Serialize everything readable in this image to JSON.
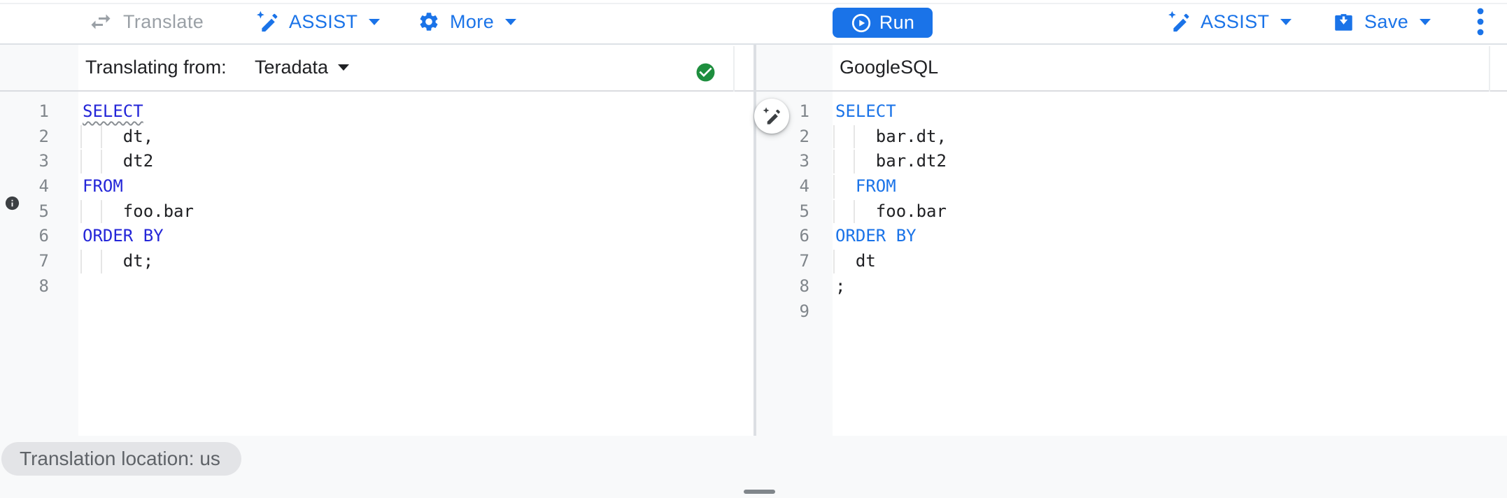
{
  "toolbar": {
    "translate_label": "Translate",
    "assist_left_label": "ASSIST",
    "more_label": "More",
    "run_label": "Run",
    "assist_right_label": "ASSIST",
    "save_label": "Save"
  },
  "left_panel": {
    "header_label": "Translating from:",
    "source_dialect": "Teradata",
    "status": "success",
    "code": {
      "lines": [
        {
          "num": "1",
          "guides": [],
          "segments": [
            {
              "text": "SELECT",
              "style": "keyword-squiggle"
            }
          ]
        },
        {
          "num": "2",
          "guides": [
            0,
            2
          ],
          "segments": [
            {
              "text": "    dt,",
              "style": "plain"
            }
          ]
        },
        {
          "num": "3",
          "guides": [
            0,
            2
          ],
          "segments": [
            {
              "text": "    dt2",
              "style": "plain"
            }
          ]
        },
        {
          "num": "4",
          "guides": [],
          "segments": [
            {
              "text": "FROM",
              "style": "keyword"
            }
          ]
        },
        {
          "num": "5",
          "guides": [
            0,
            2
          ],
          "segments": [
            {
              "text": "    foo.bar",
              "style": "plain"
            }
          ]
        },
        {
          "num": "6",
          "guides": [],
          "segments": [
            {
              "text": "ORDER BY",
              "style": "keyword"
            }
          ]
        },
        {
          "num": "7",
          "guides": [
            0,
            2
          ],
          "segments": [
            {
              "text": "    dt;",
              "style": "plain"
            }
          ]
        },
        {
          "num": "8",
          "guides": [],
          "segments": []
        }
      ]
    }
  },
  "right_panel": {
    "header_label": "GoogleSQL",
    "code": {
      "lines": [
        {
          "num": "1",
          "guides": [],
          "segments": [
            {
              "text": "SELECT",
              "style": "keyword"
            }
          ]
        },
        {
          "num": "2",
          "guides": [
            0,
            2
          ],
          "segments": [
            {
              "text": "    bar.dt,",
              "style": "plain"
            }
          ]
        },
        {
          "num": "3",
          "guides": [
            0,
            2
          ],
          "segments": [
            {
              "text": "    bar.dt2",
              "style": "plain"
            }
          ]
        },
        {
          "num": "4",
          "guides": [
            0
          ],
          "segments": [
            {
              "text": "  ",
              "style": "plain"
            },
            {
              "text": "FROM",
              "style": "keyword"
            }
          ]
        },
        {
          "num": "5",
          "guides": [
            0,
            2
          ],
          "segments": [
            {
              "text": "    foo.bar",
              "style": "plain"
            }
          ]
        },
        {
          "num": "6",
          "guides": [],
          "segments": [
            {
              "text": "ORDER BY",
              "style": "keyword"
            }
          ]
        },
        {
          "num": "7",
          "guides": [
            0
          ],
          "segments": [
            {
              "text": "  dt",
              "style": "plain"
            }
          ]
        },
        {
          "num": "8",
          "guides": [],
          "segments": [
            {
              "text": ";",
              "style": "plain"
            }
          ]
        },
        {
          "num": "9",
          "guides": [],
          "segments": []
        }
      ]
    }
  },
  "footer": {
    "location_chip": "Translation location: us"
  },
  "icons": {
    "translate": "swap-horizontal-icon",
    "assist": "pen-spark-icon",
    "more": "gear-icon",
    "run": "play-circle-icon",
    "save": "save-icon",
    "overflow": "kebab-menu-icon",
    "line_info": "info-icon",
    "translation_status": "check-circle-icon"
  },
  "colors": {
    "accent": "#1a73e8",
    "keyword_left": "#2426d8",
    "keyword_right": "#1a73e8",
    "success_green": "#1e8e3e",
    "disabled_gray": "#9aa0a6",
    "gutter_gray": "#f8f9fa"
  }
}
